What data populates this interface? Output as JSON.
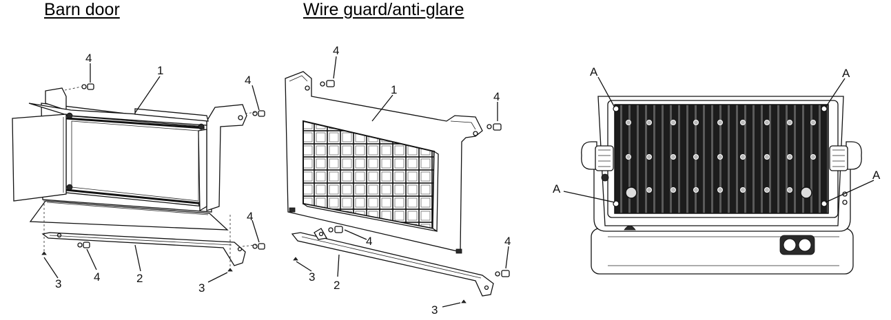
{
  "headings": {
    "barn_door": "Barn door",
    "wire_guard": "Wire guard/anti-glare"
  },
  "callouts": {
    "one": "1",
    "two": "2",
    "three": "3",
    "four": "4",
    "a": "A"
  }
}
